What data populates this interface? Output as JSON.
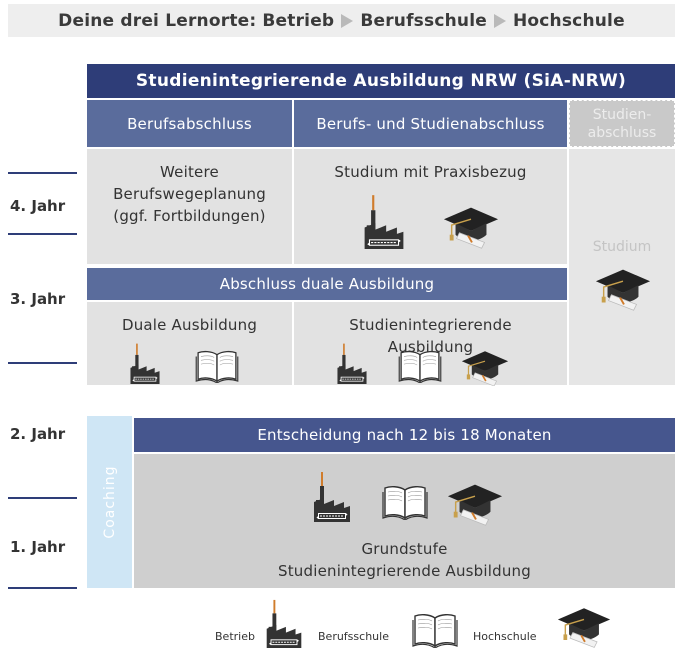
{
  "header": {
    "prefix": "Deine drei Lernorte:",
    "steps": [
      "Betrieb",
      "Berufsschule",
      "Hochschule"
    ]
  },
  "title": "Studienintegrierende Ausbildung NRW (SiA-NRW)",
  "columns": {
    "left": "Berufsabschluss",
    "middle": "Berufs- und Studienabschluss",
    "right_line1": "Studien-",
    "right_line2": "abschluss"
  },
  "top_left_box": [
    "Weitere",
    "Berufswegeplanung",
    "(ggf. Fortbildungen)"
  ],
  "top_middle_box": "Studium mit Praxisbezug",
  "right_column_box": "Studium",
  "bar_dual": "Abschluss duale Ausbildung",
  "lower_left_box": "Duale Ausbildung",
  "lower_middle_box": [
    "Studienintegrierende",
    "Ausbildung"
  ],
  "bar_decision": "Entscheidung nach 12 bis 18 Monaten",
  "coaching": "Coaching",
  "base_box": [
    "Grundstufe",
    "Studienintegrierende Ausbildung"
  ],
  "years": [
    "4. Jahr",
    "3. Jahr",
    "2. Jahr",
    "1. Jahr"
  ],
  "legend": [
    "Betrieb",
    "Berufsschule",
    "Hochschule"
  ],
  "colors": {
    "navy": "#2e3d78",
    "medium_blue": "#5a6c9c",
    "light_gray": "#e2e2e2",
    "coaching_blue": "#cfe6f5",
    "header_gray": "#eeeeee"
  },
  "icons": [
    "factory-icon",
    "book-icon",
    "graduation-cap-icon"
  ]
}
